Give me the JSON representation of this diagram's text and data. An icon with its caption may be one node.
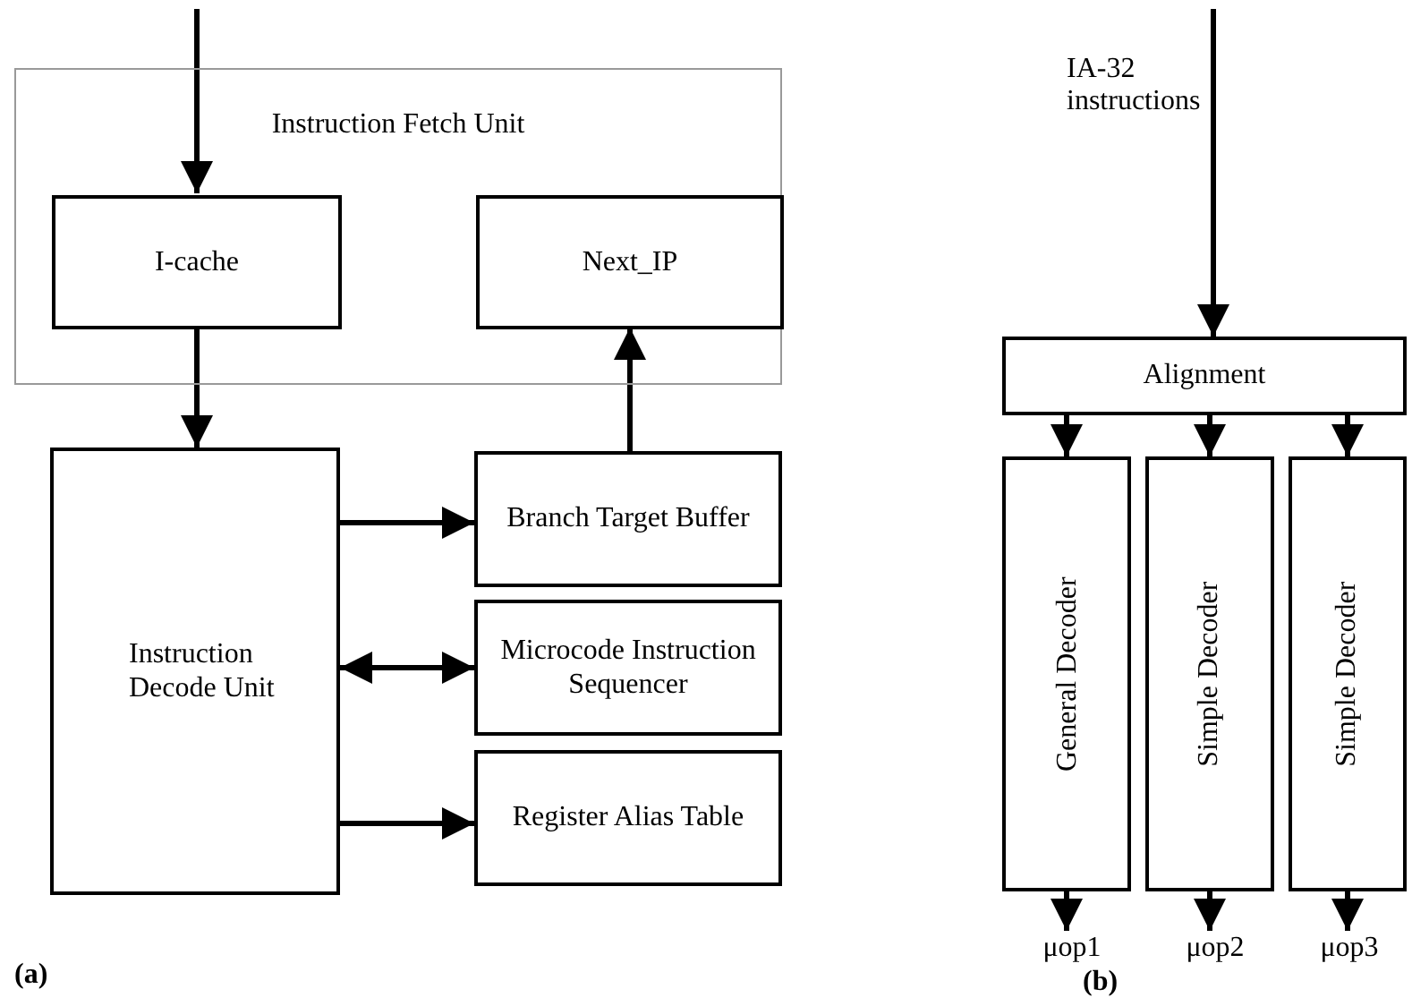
{
  "diagram": {
    "nodes": [
      {
        "text": [
          "Instruction Fetch Unit"
        ]
      },
      {
        "text": [
          "I-cache"
        ],
        "in": 0
      },
      {
        "text": [
          "Next_IP"
        ],
        "in": 0
      },
      {
        "text": [
          "Instruction Decode Unit"
        ]
      },
      {
        "text": [
          "Branch Target Buffer"
        ]
      },
      {
        "text": [
          "Microcode Instruction Sequencer"
        ]
      },
      {
        "text": [
          "Register Alias Table"
        ]
      },
      {
        "text": [
          "Alignment"
        ]
      },
      {
        "text": [
          "General Decoder"
        ]
      },
      {
        "text": [
          "Simple Decoder"
        ]
      },
      {
        "text": [
          "Simple Decoder"
        ]
      },
      {
        "text": [
          "μop1"
        ]
      },
      {
        "text": [
          "μop2"
        ]
      },
      {
        "text": [
          "μop3"
        ]
      }
    ],
    "edges": [
      {
        "from": null,
        "to": 1,
        "arrow": "to"
      },
      {
        "from": 1,
        "to": 3,
        "arrow": "to"
      },
      {
        "from": 4,
        "to": 2,
        "arrow": "to"
      },
      {
        "from": 3,
        "to": 4,
        "arrow": "to"
      },
      {
        "from": 3,
        "to": 5,
        "arrow": "both"
      },
      {
        "from": 3,
        "to": 6,
        "arrow": "to"
      },
      {
        "from": null,
        "to": 7,
        "arrow": "to"
      },
      {
        "from": 7,
        "to": 8,
        "arrow": "to"
      },
      {
        "from": 7,
        "to": 9,
        "arrow": "to"
      },
      {
        "from": 7,
        "to": 10,
        "arrow": "to"
      },
      {
        "from": 8,
        "to": 11,
        "arrow": "to"
      },
      {
        "from": 9,
        "to": 12,
        "arrow": "to"
      },
      {
        "from": 10,
        "to": 13,
        "arrow": "to"
      }
    ],
    "labels": [
      "IA-32 instructions",
      "(a)",
      "(b)"
    ]
  }
}
